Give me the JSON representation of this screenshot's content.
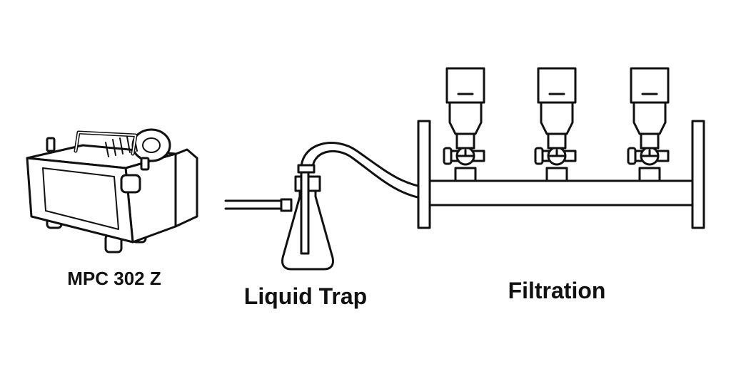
{
  "labels": {
    "pump": "MPC 302 Z",
    "trap": "Liquid Trap",
    "filtration": "Filtration"
  },
  "colors": {
    "stroke": "#111111",
    "fill": "#ffffff"
  }
}
